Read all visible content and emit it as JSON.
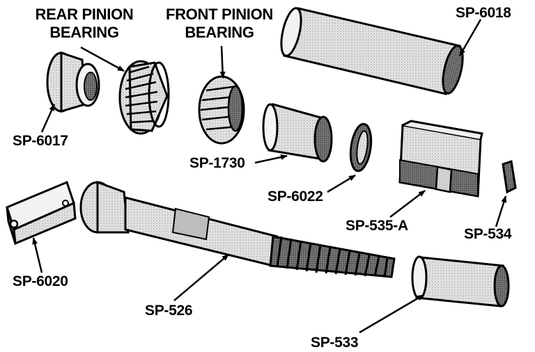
{
  "titles": {
    "rear_pinion_bearing": [
      "REAR PINION",
      "BEARING"
    ],
    "front_pinion_bearing": [
      "FRONT PINION",
      "BEARING"
    ]
  },
  "parts": {
    "sp_6018": "SP-6018",
    "sp_6017": "SP-6017",
    "sp_1730": "SP-1730",
    "sp_6022": "SP-6022",
    "sp_535_a": "SP-535-A",
    "sp_534": "SP-534",
    "sp_6020": "SP-6020",
    "sp_526": "SP-526",
    "sp_533": "SP-533"
  }
}
